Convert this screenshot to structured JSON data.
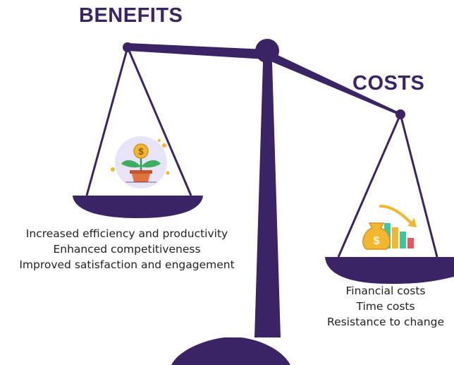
{
  "benefits": {
    "title": "BENEFITS",
    "items": [
      "Increased efficiency and productivity",
      "Enhanced competitiveness",
      "Improved satisfaction and engagement"
    ]
  },
  "costs": {
    "title": "COSTS",
    "items": [
      "Financial costs",
      "Time costs",
      "Resistance to change"
    ]
  },
  "icons": {
    "benefits_icon": "money-plant-icon",
    "costs_icon": "money-bag-declining-chart-icon"
  },
  "colors": {
    "scale": "#3b2466",
    "heading": "#3b2466",
    "text": "#222222",
    "icon_circle": "#e7e4f7",
    "gold": "#f3b62f",
    "green": "#3ec79a",
    "red": "#e9575b"
  }
}
